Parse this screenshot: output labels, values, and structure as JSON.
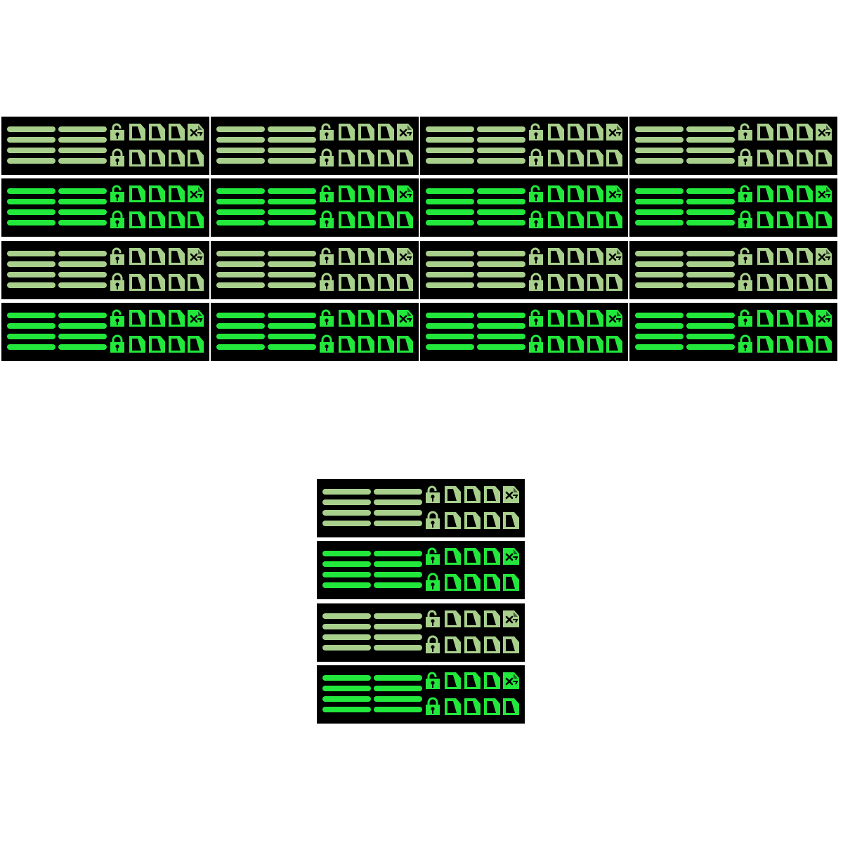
{
  "palette": {
    "pale": "#a8d08c",
    "neon": "#22e83c",
    "panel_bg": "#000000",
    "page_bg": "#ffffff"
  },
  "grid_top": {
    "columns": 4,
    "rows": [
      "pale",
      "neon",
      "pale",
      "neon"
    ]
  },
  "grid_bottom": {
    "columns": 1,
    "rows": [
      "pale",
      "neon",
      "pale",
      "neon"
    ]
  },
  "panel_icons": {
    "row_1": [
      "lock-open-icon",
      "document-icon",
      "document-icon",
      "document-icon",
      "document-x-icon"
    ],
    "row_2": [
      "lock-closed-icon",
      "document-icon",
      "document-icon",
      "document-icon",
      "document-icon"
    ]
  }
}
